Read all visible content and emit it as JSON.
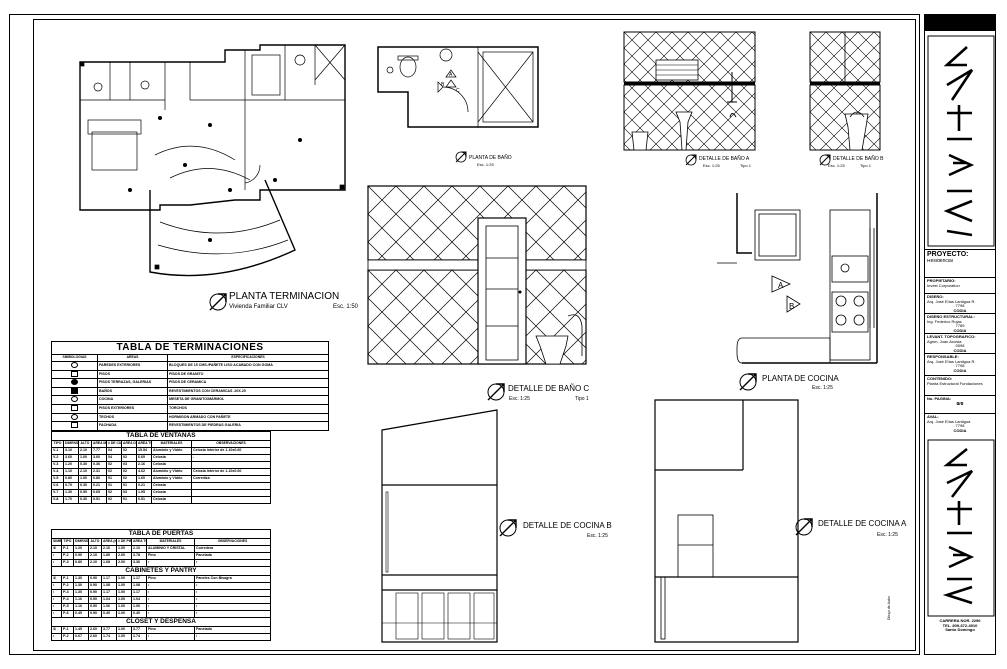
{
  "titles": {
    "planta_terminacion": "PLANTA TERMINACION",
    "planta_terminacion_sub": "Vivienda Familiar CLV",
    "planta_terminacion_scale": "Esc. 1:50",
    "planta_bano": "PLANTA DE BAÑO",
    "planta_bano_scale": "Esc. 1:25",
    "detalle_bano_a": "DETALLE DE BAÑO A",
    "detalle_bano_a_scale": "Esc. 1:25",
    "detalle_bano_a_tipo": "Tipo 1",
    "detalle_bano_b": "DETALLE DE BAÑO B",
    "detalle_bano_b_scale": "Esc. 1:25",
    "detalle_bano_b_tipo": "Tipo 1",
    "detalle_bano_c": "DETALLE DE BAÑO C",
    "detalle_bano_c_scale": "Esc. 1:25",
    "detalle_bano_c_tipo": "Tipo 1",
    "planta_cocina": "PLANTA DE COCINA",
    "planta_cocina_scale": "Esc. 1:25",
    "detalle_cocina_b": "DETALLE DE COCINA B",
    "detalle_cocina_b_scale": "Esc. 1:25",
    "detalle_cocina_a": "DETALLE DE COCINA A",
    "detalle_cocina_a_scale": "Esc. 1:25",
    "cocina_marker_a": "A",
    "cocina_marker_b": "B",
    "bano_marker_a": "A",
    "bano_marker_b": "B",
    "bano_marker_c": "C"
  },
  "terminaciones": {
    "title": "TABLA DE TERMINACIONES",
    "headers": [
      "SIMBOLOGIAS",
      "AREAS",
      "ESPECIFICACIONES"
    ],
    "rows": [
      [
        "",
        "PAREDES EXTERIORES",
        "BLOQUES DE 15 CMS./PAÑETE LISO ACABADO CON GOMA"
      ],
      [
        "",
        "PISOS",
        "PISOS DE GRANITO"
      ],
      [
        "",
        "PISOS TERRAZAS, GALERIAS",
        "PISOS DE CERAMICA"
      ],
      [
        "",
        "BAÑOS",
        "REVESTIMIENTOS CON CERAMICAS .20X.20"
      ],
      [
        "",
        "COCINA",
        "MESETA DE GRANITO/MÁRMOL"
      ],
      [
        "",
        "PISOS EXTERIORES",
        "TORCHOS"
      ],
      [
        "",
        "TECHOS",
        "HORMIGON ARMADO CON PAÑETE"
      ],
      [
        "",
        "FACHADA",
        "REVESTIMIENTOS DE PIEDRAS GALERIA"
      ]
    ]
  },
  "ventanas": {
    "title": "TABLA DE VENTANAS",
    "headers": [
      "TIPO",
      "DIMENSIONES(m) ANCHO",
      "ALTO",
      "AREA M2",
      "# DE CUERPOS",
      "AREA DE VENT.",
      "AREA TOTAL (m2)",
      "MATERIALES",
      "OBSERVACIONES"
    ],
    "rows": [
      [
        "V-1",
        "3.10",
        "2.10",
        "7.77",
        "04",
        "02",
        "15.54",
        "Aluminio y Vidrio",
        "Celosia Interior de 1.10x0.60"
      ],
      [
        "V-2",
        "3.60",
        "1.00",
        "3.60",
        "04",
        "02",
        "6.60",
        "Celosia",
        "-"
      ],
      [
        "V-3",
        "1.20",
        "0.30",
        "0.36",
        "02",
        "03",
        "2.16",
        "Celosia",
        ""
      ],
      [
        "V-4",
        "1.10",
        "2.10",
        "2.31",
        "02",
        "02",
        "4.62",
        "Aluminio y Vidrio",
        "Celosia Interior de 1.10x0.60"
      ],
      [
        "V-5",
        "0.80",
        "1.00",
        "0.80",
        "01",
        "02",
        "1.60",
        "Aluminio y Vidrio",
        "Corrediza"
      ],
      [
        "V-6",
        "0.70",
        "0.30",
        "0.21",
        "01",
        "01",
        "0.21",
        "Celosia",
        ""
      ],
      [
        "V-7",
        "1.30",
        "0.50",
        "0.65",
        "02",
        "03",
        "1.95",
        "Celosia",
        ""
      ],
      [
        "V-8",
        "1.70",
        "0.30",
        "0.51",
        "02",
        "01",
        "0.51",
        "Celosia",
        ""
      ]
    ]
  },
  "puertas": {
    "title": "TABLA DE PUERTAS",
    "headers": [
      "SIMB.",
      "TIPO",
      "DIMENSIONES ANCHO",
      "ALTO",
      "AREA (m2)",
      "# DE PIEZAS",
      "AREA TOTAL",
      "MATERIALES",
      "OBSERVACIONES"
    ],
    "rows": [
      [
        "①",
        "P-1",
        "1.20",
        "2.10",
        "2.10",
        "1.00",
        "2.10",
        "ALUMINIO Y CRISTAL",
        "Corredera"
      ],
      [
        "•",
        "P-2",
        "0.90",
        "2.10",
        "1.89",
        "2.00",
        "3.78",
        "Pino",
        "Panelada"
      ],
      [
        "•",
        "P-3",
        "0.80",
        "2.10",
        "1.68",
        "2.00",
        "3.36",
        "•",
        "•"
      ]
    ],
    "sub1": "CABINETES Y PANTRY",
    "rows2": [
      [
        "①",
        "P-1",
        "1.30",
        "0.90",
        "1.17",
        "1.00",
        "1.17",
        "Pino",
        "Paneles Con Bisagra"
      ],
      [
        "•",
        "P-2",
        "1.30",
        "0.90",
        "1.08",
        "1.00",
        "1.08",
        "•",
        "•"
      ],
      [
        "•",
        "P-3",
        "1.30",
        "0.90",
        "1.17",
        "1.00",
        "1.17",
        "•",
        "•"
      ],
      [
        "•",
        "P-4",
        "1.16",
        "0.90",
        "1.04",
        "1.00",
        "1.04",
        "•",
        "•"
      ],
      [
        "•",
        "P-5",
        "1.16",
        "0.90",
        "1.06",
        "1.00",
        "1.06",
        "•",
        "•"
      ],
      [
        "•",
        "P-6",
        "0.45",
        "0.90",
        "0.40",
        "1.00",
        "0.40",
        "•",
        "•"
      ]
    ],
    "sub2": "CLOSET Y DESPENSA",
    "rows3": [
      [
        "①",
        "P-1",
        "1.45",
        "2.60",
        "3.77",
        "1.00",
        "3.77",
        "Pino",
        "Panelado"
      ],
      [
        "•",
        "P-2",
        "0.67",
        "2.60",
        "1.74",
        "1.00",
        "1.74",
        "•",
        "•"
      ]
    ]
  },
  "title_block": {
    "proyecto_label": "PROYECTO:",
    "proyecto_value": "Residencial",
    "propietario_label": "PROPIETARIO:",
    "propietario_value": "Invest Corporation",
    "diseno_label": "DISEÑO:",
    "diseno_value": "Arq. José Elías Lantigua R.",
    "diseno_code": "7798",
    "diseno_codia": "CODIA",
    "estructural_label": "DISEÑO ESTRUCTURAL:",
    "estructural_value": "Ing. Federico Rojas",
    "estructural_code": "7789",
    "estructural_codia": "CODIA",
    "topografico_label": "LEVANT. TOPOGRAFICO:",
    "topografico_value": "Agrim. Juan Acosta",
    "topografico_code": "5598",
    "topografico_codia": "CODIA",
    "responsable_label": "RESPONSABLE:",
    "responsable_value": "Arq. José Elías Lantigua R.",
    "responsable_code": "7798",
    "responsable_codia": "CODIA",
    "contenido_label": "CONTENIDO:",
    "contenido_value": "Planta Estructural Fundaciones",
    "pagina_label": "No. PAGINA:",
    "pagina_value": "8/8",
    "aval_label": "AVAL:",
    "aval_value": "Arq. José Elías Lantigua",
    "aval_code": "7798",
    "aval_codia": "CODIA",
    "footer1": "CARRERA NOR. 2296",
    "footer2": "TEL. 809-672-4910",
    "footer3": "Santo Domingo"
  },
  "side_note": "Dibujo de Autor"
}
